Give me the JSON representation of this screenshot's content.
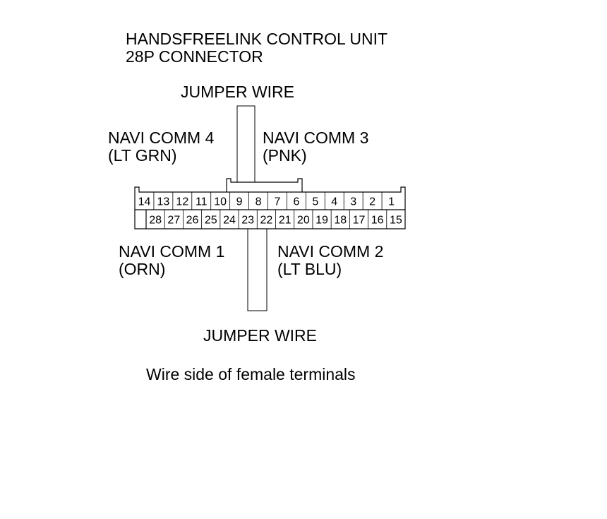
{
  "title": {
    "line1": "HANDSFREELINK CONTROL UNIT",
    "line2": "28P CONNECTOR"
  },
  "labels": {
    "jumper_wire_top": "JUMPER WIRE",
    "jumper_wire_bottom": "JUMPER WIRE",
    "navi_comm_4": {
      "name": "NAVI COMM 4",
      "color": "(LT GRN)"
    },
    "navi_comm_3": {
      "name": "NAVI COMM 3",
      "color": "(PNK)"
    },
    "navi_comm_1": {
      "name": "NAVI COMM 1",
      "color": "(ORN)"
    },
    "navi_comm_2": {
      "name": "NAVI COMM 2",
      "color": "(LT BLU)"
    }
  },
  "caption": "Wire side of female terminals",
  "connector": {
    "top_row": [
      "14",
      "13",
      "12",
      "11",
      "10",
      "9",
      "8",
      "7",
      "6",
      "5",
      "4",
      "3",
      "2",
      "1"
    ],
    "bottom_row": [
      "28",
      "27",
      "26",
      "25",
      "24",
      "23",
      "22",
      "21",
      "20",
      "19",
      "18",
      "17",
      "16",
      "15"
    ]
  }
}
